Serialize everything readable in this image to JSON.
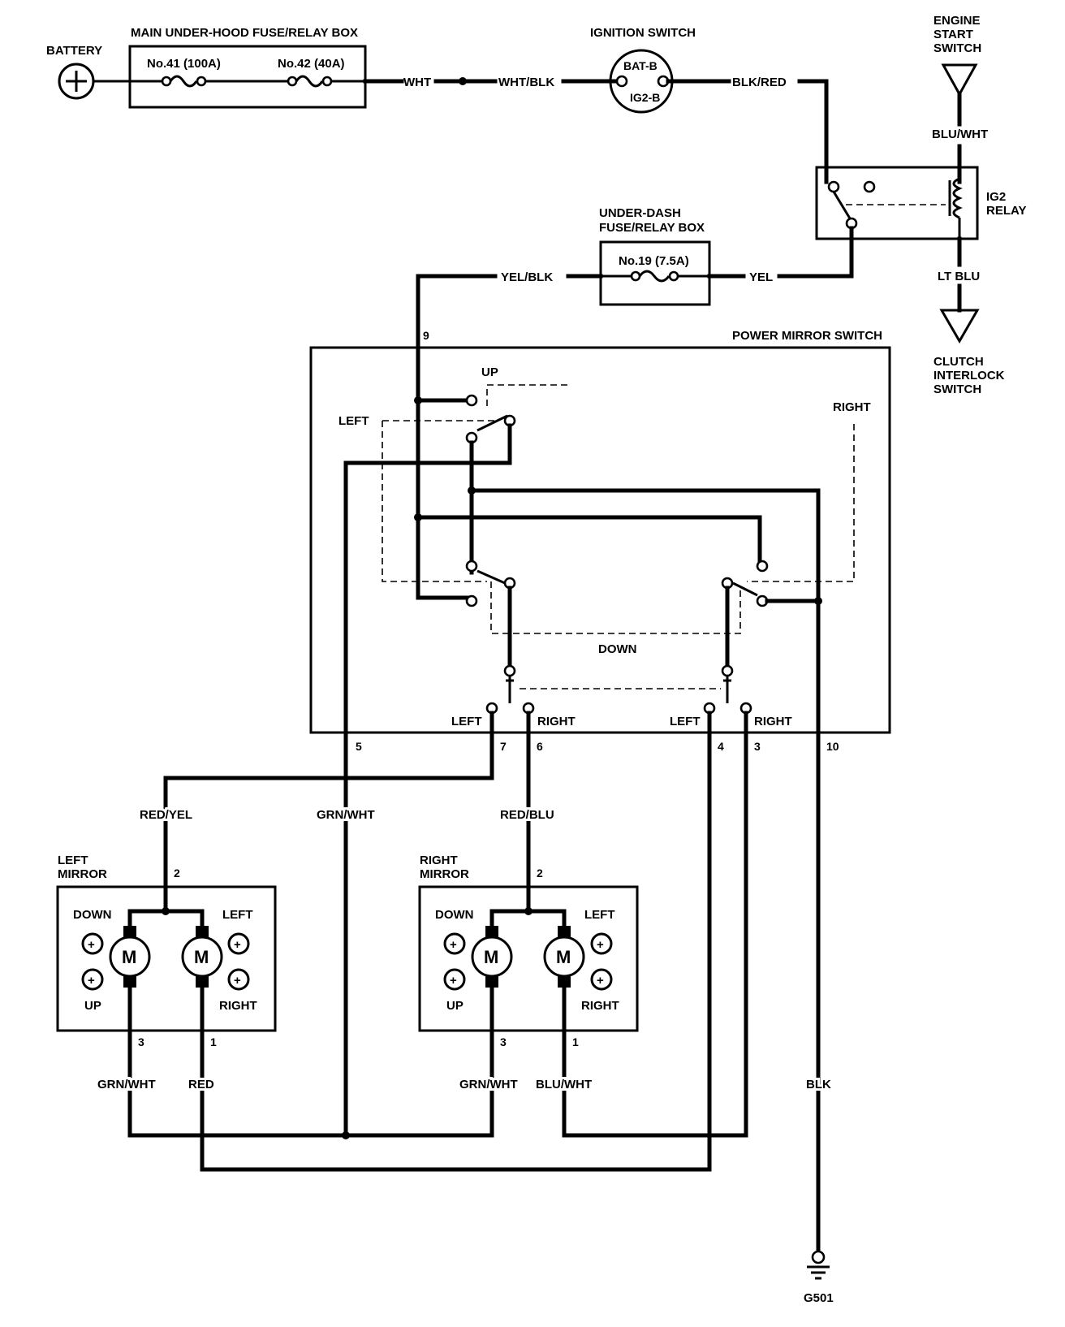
{
  "components": {
    "battery": "BATTERY",
    "main_fuse_box": "MAIN UNDER-HOOD FUSE/RELAY BOX",
    "fuse_41": "No.41 (100A)",
    "fuse_42": "No.42 (40A)",
    "ignition_switch": "IGNITION SWITCH",
    "ign_bat": "BAT-B",
    "ign_ig2": "IG2-B",
    "engine_start_line1": "ENGINE",
    "engine_start_line2": "START",
    "engine_start_line3": "SWITCH",
    "ig2_relay_line1": "IG2",
    "ig2_relay_line2": "RELAY",
    "underdash_line1": "UNDER-DASH",
    "underdash_line2": "FUSE/RELAY BOX",
    "fuse_19": "No.19 (7.5A)",
    "clutch_line1": "CLUTCH",
    "clutch_line2": "INTERLOCK",
    "clutch_line3": "SWITCH",
    "power_mirror_switch": "POWER MIRROR SWITCH",
    "left_mirror_line1": "LEFT",
    "left_mirror_line2": "MIRROR",
    "right_mirror_line1": "RIGHT",
    "right_mirror_line2": "MIRROR",
    "ground": "G501",
    "motor": "M",
    "plus": "+"
  },
  "wires": {
    "wht": "WHT",
    "wht_blk": "WHT/BLK",
    "blk_red": "BLK/RED",
    "blu_wht": "BLU/WHT",
    "lt_blu": "LT BLU",
    "yel_blk": "YEL/BLK",
    "yel": "YEL",
    "red_yel": "RED/YEL",
    "grn_wht": "GRN/WHT",
    "red_blu": "RED/BLU",
    "red": "RED",
    "blk": "BLK"
  },
  "switch_labels": {
    "up": "UP",
    "down": "DOWN",
    "left": "LEFT",
    "right": "RIGHT"
  },
  "mirror_labels": {
    "down": "DOWN",
    "up": "UP",
    "left": "LEFT",
    "right": "RIGHT"
  },
  "pins": {
    "p9": "9",
    "p5": "5",
    "p7": "7",
    "p6": "6",
    "p4": "4",
    "p3": "3",
    "p10": "10",
    "lm2": "2",
    "lm3": "3",
    "lm1": "1",
    "rm2": "2",
    "rm3": "3",
    "rm1": "1"
  }
}
